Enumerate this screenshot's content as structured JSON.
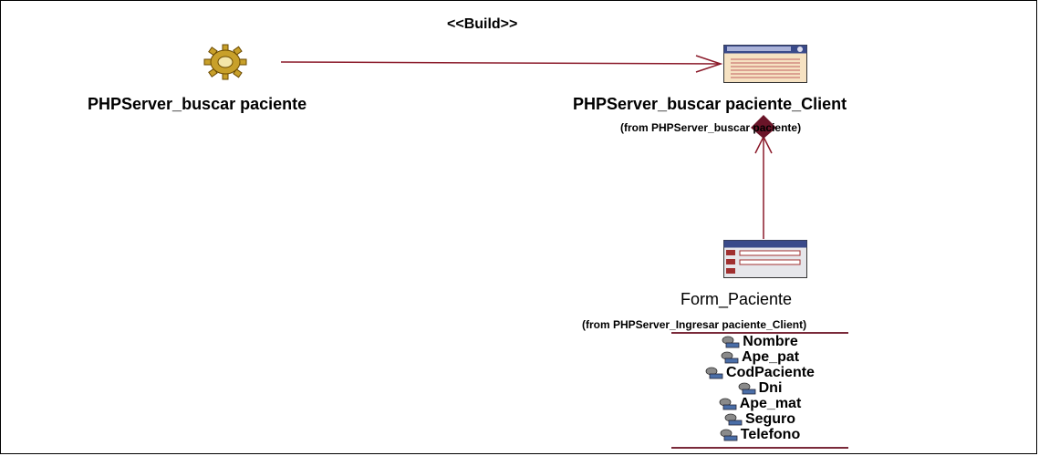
{
  "diagram": {
    "stereotype": "<<Build>>",
    "server": {
      "label": "PHPServer_buscar paciente",
      "icon": "gear-icon"
    },
    "client": {
      "label": "PHPServer_buscar paciente_Client",
      "from": "(from PHPServer_buscar paciente)",
      "icon": "window-icon"
    },
    "form": {
      "label": "Form_Paciente",
      "from": "(from PHPServer_Ingresar paciente_Client)",
      "icon": "form-icon",
      "attributes": [
        "Nombre",
        "Ape_pat",
        "CodPaciente",
        "Dni",
        "Ape_mat",
        "Seguro",
        "Telefono"
      ]
    },
    "colors": {
      "gear": "#c8a02a",
      "line": "#8b1a2a",
      "diamond": "#6a1428",
      "attr_icon": "#4a6ea8"
    }
  }
}
